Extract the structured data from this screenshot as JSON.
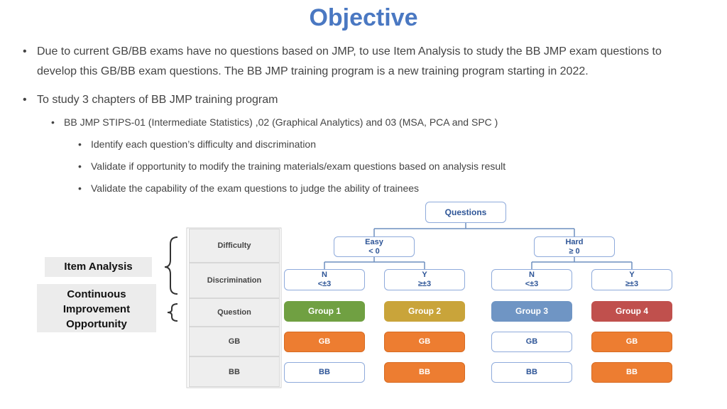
{
  "slide": {
    "title": "Objective",
    "bullets": {
      "b1_line1": "Due to current GB/BB exams have no questions based on JMP, to use Item Analysis to study the BB JMP exam questions to",
      "b1_line2": "develop this GB/BB exam questions. The BB JMP training program is a new training program starting in 2022.",
      "b2": "To study 3 chapters of BB JMP training program",
      "b2_sub": "BB JMP STIPS-01 (Intermediate Statistics) ,02 (Graphical Analytics) and 03 (MSA, PCA and SPC )",
      "b2_sub_items": [
        "Identify each question’s difficulty and discrimination",
        "Validate if opportunity to modify the training materials/exam questions based on analysis result",
        "Validate the capability of the exam questions to judge the ability of trainees"
      ]
    },
    "side_labels": {
      "item_analysis": "Item Analysis",
      "continuous_1": "Continuous",
      "continuous_2": "Improvement",
      "continuous_3": "Opportunity"
    },
    "row_headers": [
      "Difficulty",
      "Discrimination",
      "Question",
      "GB",
      "BB"
    ],
    "tree": {
      "root": "Questions",
      "easy_1": "Easy",
      "easy_2": "< 0",
      "hard_1": "Hard",
      "hard_2": "≥ 0",
      "n_1": "N",
      "n_2": "<±3",
      "y_1": "Y",
      "y_2": "≥±3",
      "groups": [
        "Group 1",
        "Group 2",
        "Group 3",
        "Group 4"
      ],
      "gb": "GB",
      "bb": "BB"
    },
    "colors": {
      "title": "#4a78c2",
      "orange": "#ed7d31",
      "group1": "#70a042",
      "group2": "#c9a43a",
      "group3": "#6f95c4",
      "group4": "#c0504d",
      "outline": "#8eaadb"
    }
  }
}
